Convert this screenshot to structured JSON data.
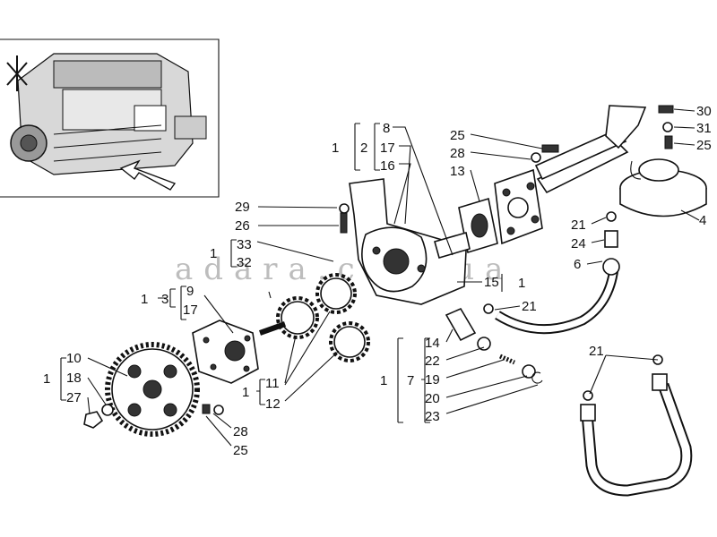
{
  "watermark": "adara.com.ua",
  "labels": {
    "c1": "1",
    "c2": "2",
    "c8": "8",
    "c17a": "17",
    "c16": "16",
    "c25a": "25",
    "c28a": "28",
    "c13": "13",
    "c30": "30",
    "c31": "31",
    "c25b": "25",
    "c4": "4",
    "c29": "29",
    "c26": "26",
    "c1b": "1",
    "c33": "33",
    "c32": "32",
    "c21a": "21",
    "c24": "24",
    "c6": "6",
    "c15": "15",
    "c1c": "1",
    "c21b": "21",
    "c1d": "1",
    "c3": "3",
    "c9": "9",
    "c17b": "17",
    "c1e": "1",
    "c10": "10",
    "c18": "18",
    "c27": "27",
    "c14": "14",
    "c1f": "1",
    "c7": "7",
    "c22": "22",
    "c19": "19",
    "c20": "20",
    "c23": "23",
    "c1g": "1",
    "c11": "11",
    "c12": "12",
    "c28b": "28",
    "c25c": "25",
    "c21c": "21"
  },
  "colors": {
    "ink": "#111111",
    "watermark": "#bdbdbd",
    "paper": "#ffffff"
  }
}
